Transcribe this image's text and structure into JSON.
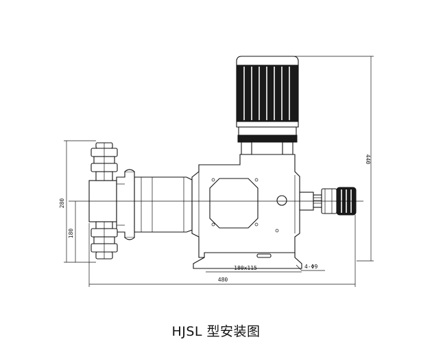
{
  "caption": "HJSL 型安装图",
  "dimensions": {
    "total_height": "440",
    "left_height": "280",
    "inner_height": "180",
    "total_length": "480",
    "base_size": "180x115",
    "holes": "4-Φ9"
  }
}
